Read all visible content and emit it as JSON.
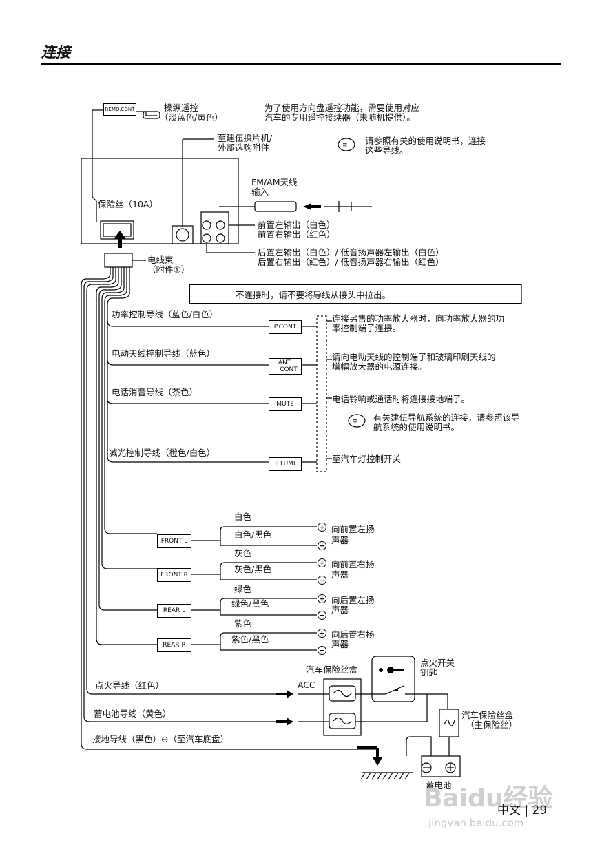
{
  "page": {
    "section_title": "连接",
    "page_number": "中文 | 29",
    "watermark_top": "Baidu经验",
    "watermark_bottom": "jingyan.baidu.com"
  },
  "head_unit": {
    "remo_cont_box": "REMO.CONT",
    "remote_label_1": "操纵遥控",
    "remote_label_2": "（淡蓝色/黄色）",
    "remote_note_1": "为了使用方向盘遥控功能，需要使用对应",
    "remote_note_2": "汽车的专用遥控接续器（未随机提供）。",
    "changer_label_1": "至建伍换片机/",
    "changer_label_2": "外部选购附件",
    "manual_note_1": "请参照有关的使用说明书，连接",
    "manual_note_2": "这些导线。",
    "antenna_label_1": "FM/AM天线",
    "antenna_label_2": "输入",
    "fuse_label": "保险丝（10A）",
    "front_out_1": "前置左输出（白色）",
    "front_out_2": "前置右输出（红色）",
    "rear_out_1": "后置左输出（白色）/ 低音扬声器左输出（白色）",
    "rear_out_2": "后置右输出（红色）/ 低音扬声器右输出（红色）",
    "harness_1": "电线束",
    "harness_2": "（附件①）"
  },
  "warning": "不连接时，请不要将导线从接头中拉出。",
  "control_leads": [
    {
      "label": "功率控制导线（蓝色/白色）",
      "box": "P.CONT",
      "note_1": "连接另售的功率放大器时，向功率放大器的功",
      "note_2": "率控制端子连接。"
    },
    {
      "label": "电动天线控制导线（蓝色）",
      "box_1": "ANT.",
      "box_2": "CONT",
      "note_1": "请向电动天线的控制端子和玻璃印刷天线的",
      "note_2": "增幅放大器的电源连接。"
    },
    {
      "label": "电话消音导线（茶色）",
      "box": "MUTE",
      "note_1": "电话铃响或通话时将连接接地端子。"
    },
    {
      "label": "减光控制导线（橙色/白色）",
      "box": "ILLUMI",
      "note_1": "至汽车灯控制开关"
    }
  ],
  "navi_note_1": "有关建伍导航系统的连接，请参照该导",
  "navi_note_2": "航系统的使用说明书。",
  "speakers": [
    {
      "box": "FRONT L",
      "pos": "白色",
      "neg": "白色/黑色",
      "dest_1": "向前置左扬",
      "dest_2": "声器"
    },
    {
      "box": "FRONT R",
      "pos": "灰色",
      "neg": "灰色/黑色",
      "dest_1": "向前置右扬",
      "dest_2": "声器"
    },
    {
      "box": "REAR L",
      "pos": "绿色",
      "neg": "绿色/黑色",
      "dest_1": "向后置左扬",
      "dest_2": "声器"
    },
    {
      "box": "REAR R",
      "pos": "紫色",
      "neg": "紫色/黑色",
      "dest_1": "向后置右扬",
      "dest_2": "声器"
    }
  ],
  "power": {
    "ignition": "点火导线（红色）",
    "battery": "蓄电池导线（黄色）",
    "ground": "接地导线（黑色）⊖（至汽车底盘）",
    "fuse_box": "汽车保险丝盒",
    "acc": "ACC",
    "ign_switch_1": "点火开关",
    "ign_switch_2": "钥匙",
    "main_fuse_1": "汽车保险丝盒",
    "main_fuse_2": "（主保险丝）",
    "battery_label": "蓄电池"
  }
}
